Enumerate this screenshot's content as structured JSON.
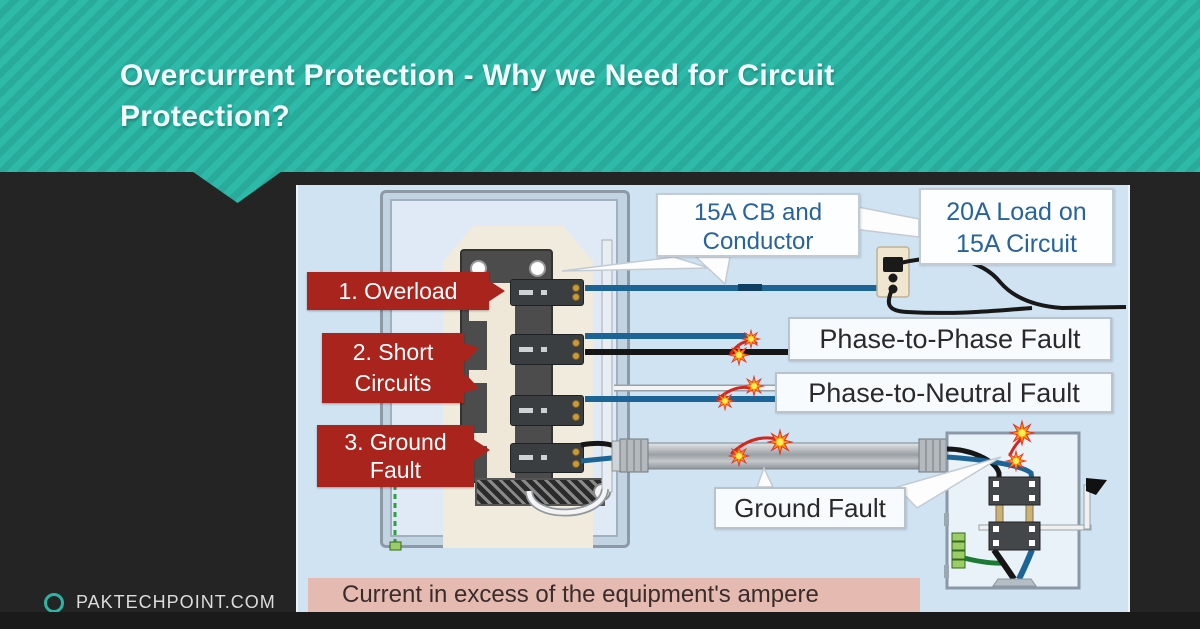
{
  "slide": {
    "title_line1": "Overcurrent Protection - Why we Need for Circuit",
    "title_line2": "Protection?",
    "footer_text": "PAKTECHPOINT.COM"
  },
  "diagram": {
    "fault_labels": {
      "overload": "1. Overload",
      "short_line1": "2. Short",
      "short_line2": "Circuits",
      "ground_line1": "3. Ground",
      "ground_line2": "Fault"
    },
    "callouts": {
      "cb_line1": "15A CB and",
      "cb_line2": "Conductor",
      "load_line1": "20A Load on",
      "load_line2": "15A Circuit",
      "phase_phase": "Phase-to-Phase Fault",
      "phase_neutral": "Phase-to-Neutral Fault",
      "ground_fault": "Ground Fault"
    },
    "caption": "Current in excess of the equipment's ampere"
  },
  "colors": {
    "header_teal": "#2ab5a4",
    "label_red": "#a9241d",
    "callout_text_blue": "#28639b",
    "wire_blue": "#1d6496",
    "wire_black": "#161616",
    "ground_green": "#2f9e44",
    "diagram_bg": "#cfe3f2",
    "caption_pink": "#e5bab0",
    "spark_red": "#e63026",
    "spark_yellow": "#ffd54f"
  },
  "icons": {
    "footer_bullet": "circle-outline",
    "spark": "explosion-star"
  }
}
